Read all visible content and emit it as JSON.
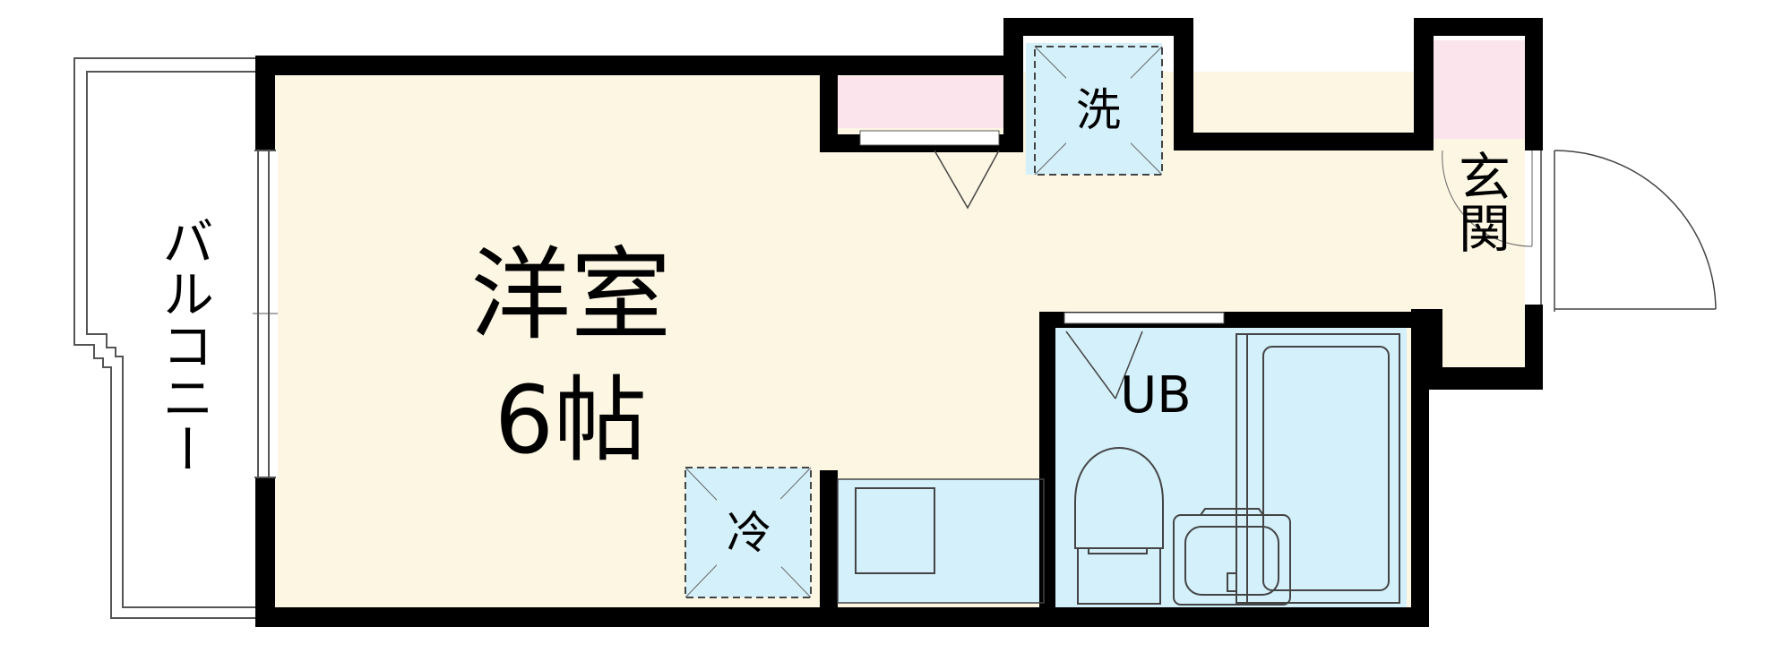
{
  "rooms": {
    "western_room": {
      "name": "洋室",
      "size": "6帖"
    },
    "balcony": {
      "label": "バルコニー"
    },
    "entrance": {
      "label": "玄関"
    },
    "bathroom": {
      "label": "UB"
    },
    "washer_space": {
      "label": "洗"
    },
    "fridge_space": {
      "label": "冷"
    }
  },
  "colors": {
    "room_floor": "#fdf6e3",
    "wet_area": "#d4f0fa",
    "closet": "#fce4ec",
    "wall": "#000000"
  }
}
